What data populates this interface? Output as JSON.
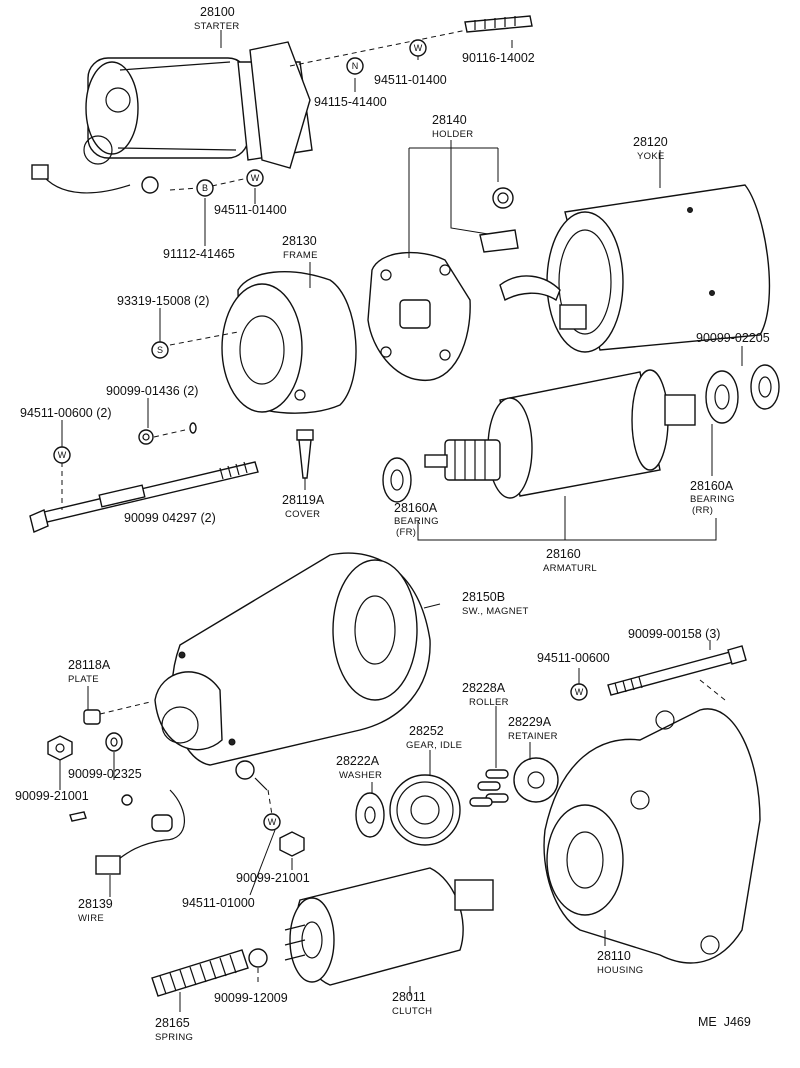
{
  "diagram_id": "ME  J469",
  "parts": [
    {
      "key": "starter",
      "number": "28100",
      "name": "STARTER"
    },
    {
      "key": "stud",
      "number": "90116-14002"
    },
    {
      "key": "washer_top",
      "number": "94511-01400",
      "marker": "W"
    },
    {
      "key": "nut_top",
      "number": "94115-41400",
      "marker": "N"
    },
    {
      "key": "bolt_starter",
      "number": "91112-41465",
      "marker": "B"
    },
    {
      "key": "washer_starter",
      "number": "94511-01400",
      "marker": "W"
    },
    {
      "key": "holder",
      "number": "28140",
      "name": "HOLDER"
    },
    {
      "key": "yoke",
      "number": "28120",
      "name": "YOKE"
    },
    {
      "key": "frame",
      "number": "28130",
      "name": "FRAME"
    },
    {
      "key": "screw_frame",
      "number": "93319-15008 (2)",
      "marker": "S"
    },
    {
      "key": "oring",
      "number": "90099-01436 (2)"
    },
    {
      "key": "washer_bolt",
      "number": "94511-00600 (2)",
      "marker": "W"
    },
    {
      "key": "through_bolt",
      "number": "90099 04297 (2)"
    },
    {
      "key": "cover",
      "number": "28119A",
      "name": "COVER"
    },
    {
      "key": "seal_rr",
      "number": "90099-02205"
    },
    {
      "key": "bearing_rr",
      "number": "28160A",
      "name": "BEARING",
      "sub": "(RR)"
    },
    {
      "key": "bearing_fr",
      "number": "28160A",
      "name": "BEARING",
      "sub": "(FR)"
    },
    {
      "key": "armature",
      "number": "28160",
      "name": "ARMATURL"
    },
    {
      "key": "switch",
      "number": "28150B",
      "name": "SW., MAGNET"
    },
    {
      "key": "plate",
      "number": "28118A",
      "name": "PLATE"
    },
    {
      "key": "long_bolt",
      "number": "90099-00158 (3)"
    },
    {
      "key": "washer_housing",
      "number": "94511-00600",
      "marker": "W"
    },
    {
      "key": "roller",
      "number": "28228A",
      "name": "ROLLER"
    },
    {
      "key": "gear_idle",
      "number": "28252",
      "name": "GEAR, IDLE"
    },
    {
      "key": "retainer",
      "number": "28229A",
      "name": "RETAINER"
    },
    {
      "key": "washer_idle",
      "number": "28222A",
      "name": "WASHER"
    },
    {
      "key": "washer_sw",
      "number": "90099-02325"
    },
    {
      "key": "nut_sw",
      "number": "90099-21001"
    },
    {
      "key": "nut_term",
      "number": "90099-21001"
    },
    {
      "key": "washer_term",
      "number": "94511-01000",
      "marker": "W"
    },
    {
      "key": "wire",
      "number": "28139",
      "name": "WIRE"
    },
    {
      "key": "housing",
      "number": "28110",
      "name": "HOUSING"
    },
    {
      "key": "ball",
      "number": "90099-12009"
    },
    {
      "key": "clutch",
      "number": "28011",
      "name": "CLUTCH"
    },
    {
      "key": "spring",
      "number": "28165",
      "name": "SPRING"
    }
  ]
}
